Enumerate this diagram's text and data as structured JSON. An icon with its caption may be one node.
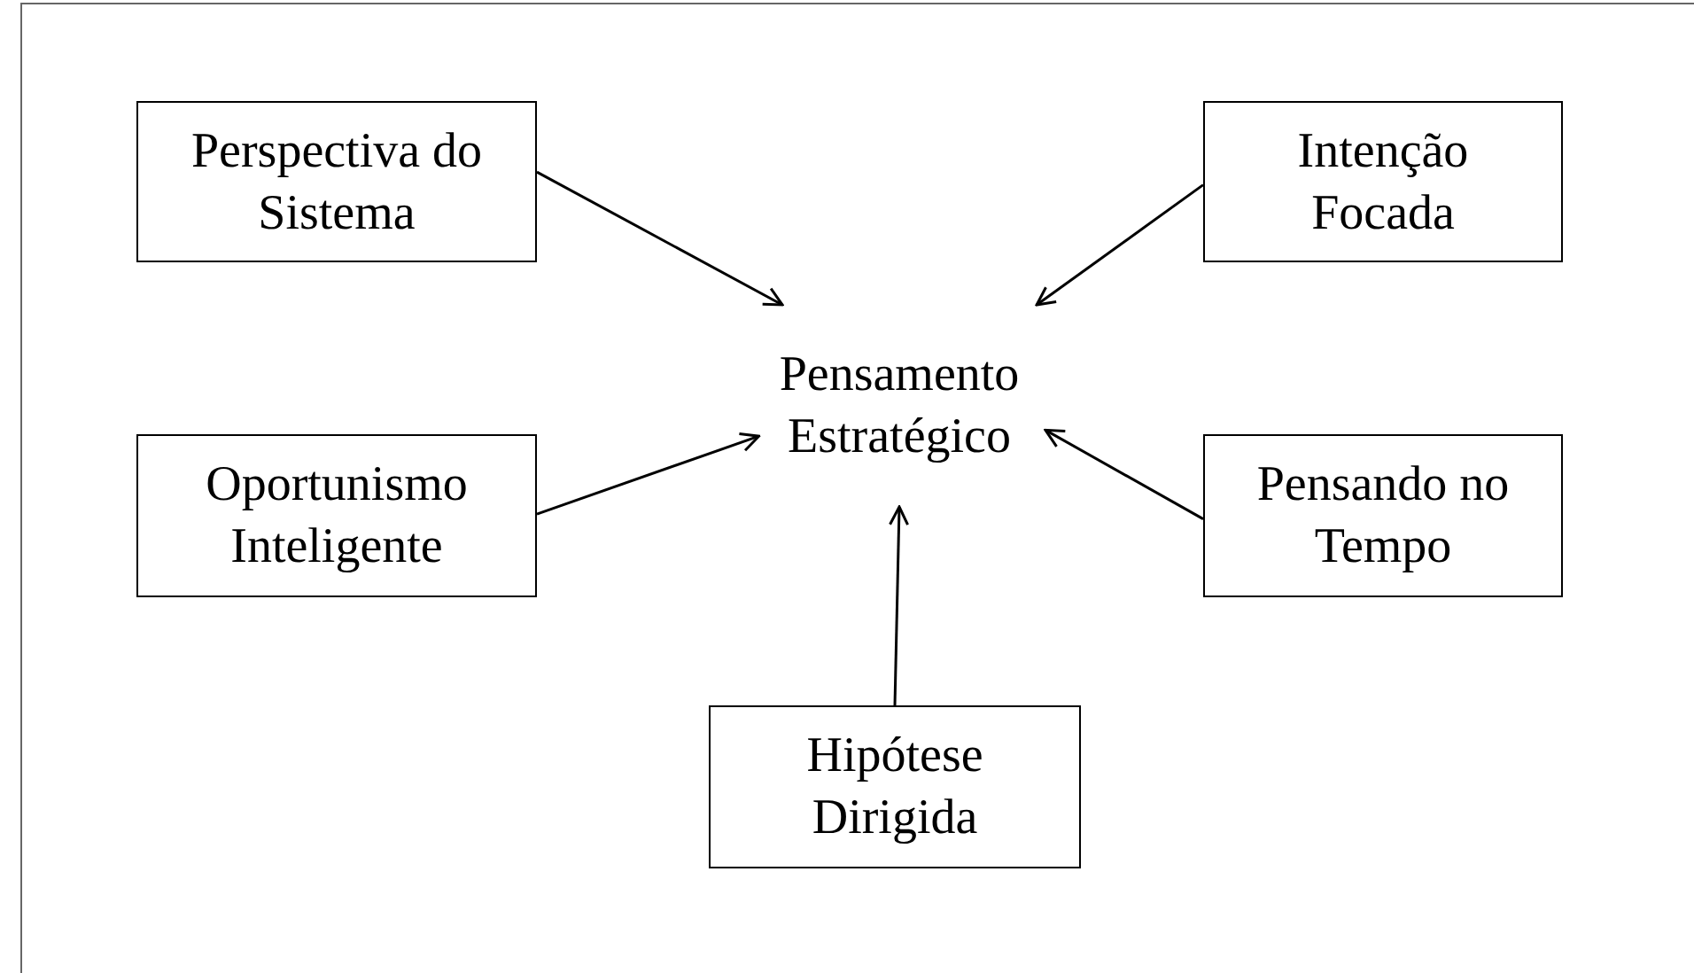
{
  "diagram": {
    "nodes": [
      {
        "text": [
          "Pensamento Estratégico"
        ]
      },
      {
        "text": [
          "Perspectiva do Sistema"
        ]
      },
      {
        "text": [
          "Intenção Focada"
        ]
      },
      {
        "text": [
          "Oportunismo Inteligente"
        ]
      },
      {
        "text": [
          "Pensando no Tempo"
        ]
      },
      {
        "text": [
          "Hipótese Dirigida"
        ]
      }
    ],
    "edges": [
      {
        "from": 1,
        "to": 0,
        "arrow": "to"
      },
      {
        "from": 2,
        "to": 0,
        "arrow": "to"
      },
      {
        "from": 3,
        "to": 0,
        "arrow": "to"
      },
      {
        "from": 4,
        "to": 0,
        "arrow": "to"
      },
      {
        "from": 5,
        "to": 0,
        "arrow": "to"
      }
    ]
  }
}
